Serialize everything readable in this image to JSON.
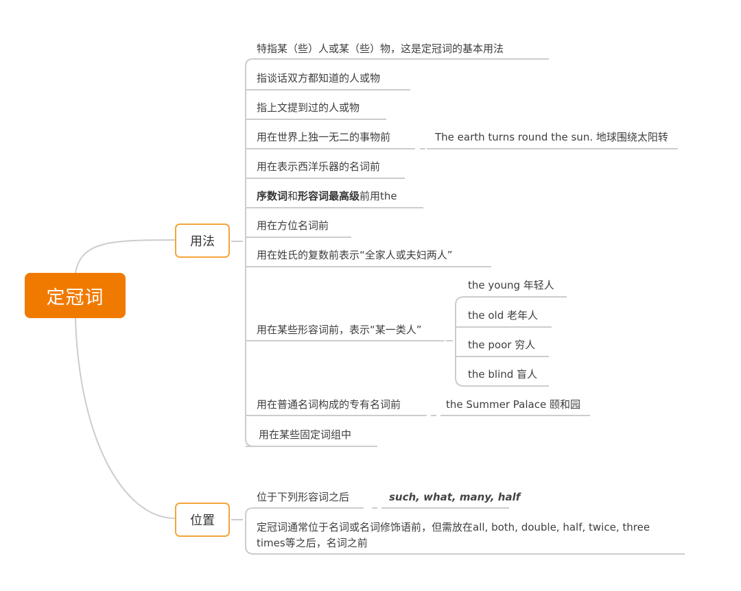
{
  "root": {
    "label": "定冠词"
  },
  "branches": {
    "usage": {
      "label": "用法",
      "items": [
        "特指某（些）人或某（些）物，这是定冠词的基本用法",
        "指谈话双方都知道的人或物",
        "指上文提到过的人或物",
        "用在世界上独一无二的事物前",
        "用在表示西洋乐器的名词前",
        "",
        "用在方位名词前",
        "用在姓氏的复数前表示“全家人或夫妇两人”",
        "用在某些形容词前，表示“某一类人”",
        "用在普通名词构成的专有名词前",
        "用在某些固定词组中"
      ],
      "ordinal": {
        "bold1": "序数词",
        "mid": "和",
        "bold2": "形容词最高级",
        "tail": "前用the"
      },
      "unique_example": "The earth turns round the sun. 地球围绕太阳转",
      "adjective_examples": [
        "the young 年轻人",
        "the old 老年人",
        "the poor 穷人",
        "the blind 盲人"
      ],
      "proper_noun_example": "the Summer Palace 颐和园"
    },
    "position": {
      "label": "位置",
      "items": [
        "位于下列形容词之后",
        "定冠词通常位于名词或名词修饰语前，但需放在all, both, double, half, twice, three times等之后，名词之前"
      ],
      "adjectives_example": "such, what, many, half"
    }
  },
  "colors": {
    "root_fill": "#f07a00",
    "branch_border": "#f3a43b",
    "connector": "#cccccc"
  }
}
